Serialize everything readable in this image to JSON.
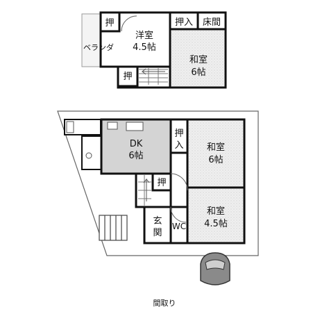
{
  "rooms": {
    "oshi_upper_left": "押",
    "youshitsu": "洋室",
    "youshitsu_size": "4.5帖",
    "oshiire_upper": "押入",
    "tokonoma": "床間",
    "veranda": "ベランダ",
    "washitsu_upper": "和室",
    "washitsu_upper_size": "6帖",
    "oshi_upper_stair": "押",
    "dk": "DK",
    "dk_size": "6帖",
    "oshiire_lower_top": "押",
    "oshiire_lower_bottom": "入",
    "washitsu_mid": "和室",
    "washitsu_mid_size": "6帖",
    "oshi_lower": "押",
    "washitsu_low": "和室",
    "washitsu_low_size": "4.5帖",
    "genkan_top": "玄",
    "genkan_bottom": "関",
    "wc": "WC"
  },
  "caption": "間取り",
  "colors": {
    "wall": "#111111",
    "dk_floor": "#d4d4d4",
    "tatami": "#ececec",
    "veranda": "#f4f4f4"
  }
}
